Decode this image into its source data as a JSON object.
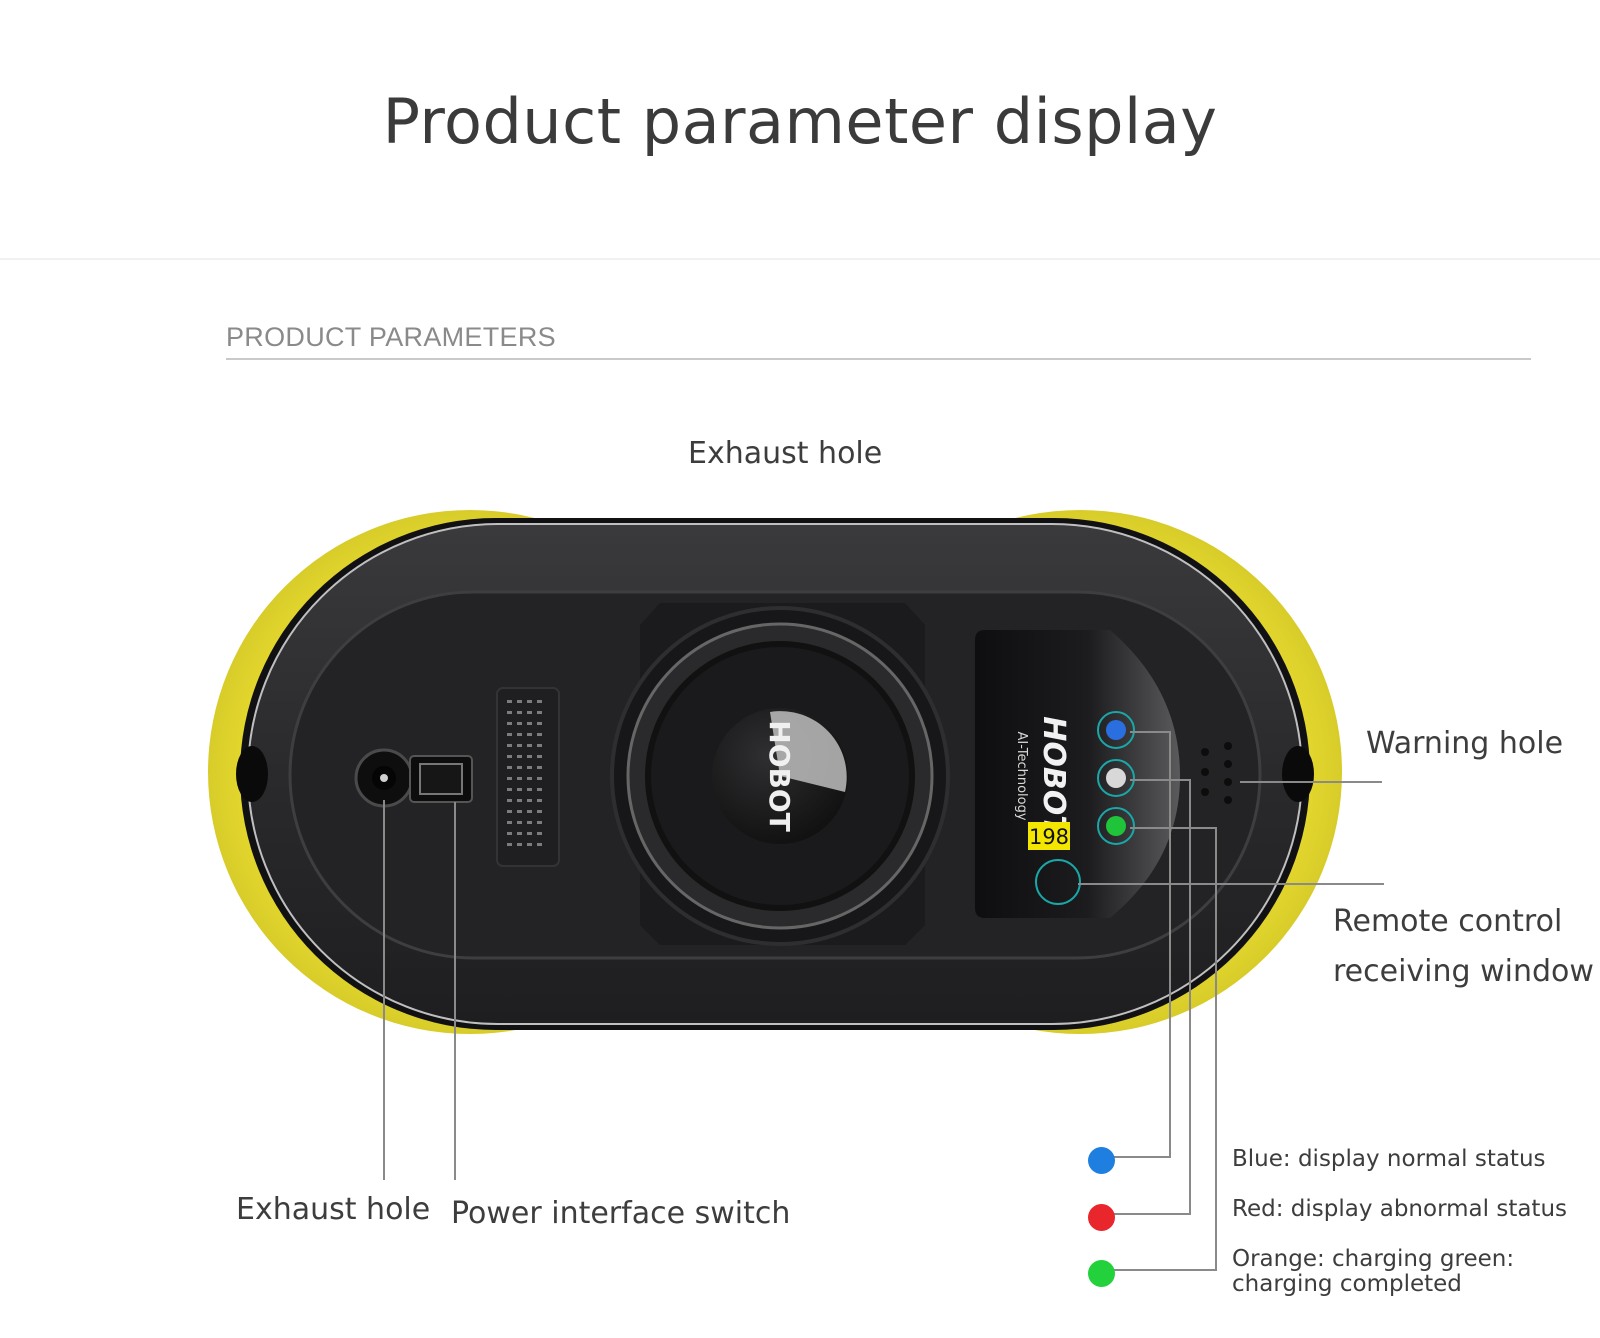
{
  "header": {
    "title": "Product parameter display",
    "section": "PRODUCT PARAMETERS"
  },
  "callouts": {
    "exhaust_top": "Exhaust hole",
    "warning": "Warning hole",
    "remote_line1": "Remote control",
    "remote_line2": "receiving window",
    "exhaust_bottom": "Exhaust hole",
    "power": "Power interface switch"
  },
  "device": {
    "brand": "HOBOT",
    "tagline": "AI-Technology",
    "model": "198",
    "hub_logo": "HOBOT",
    "body_color": "#2b2b2d",
    "pad_color": "#efe63a"
  },
  "legend": [
    {
      "color": "#1f7fe0",
      "text": "Blue: display normal status"
    },
    {
      "color": "#e8262b",
      "text": "Red: display abnormal status"
    },
    {
      "color": "#22d13c",
      "line1": "Orange: charging green:",
      "line2": "charging completed"
    }
  ]
}
